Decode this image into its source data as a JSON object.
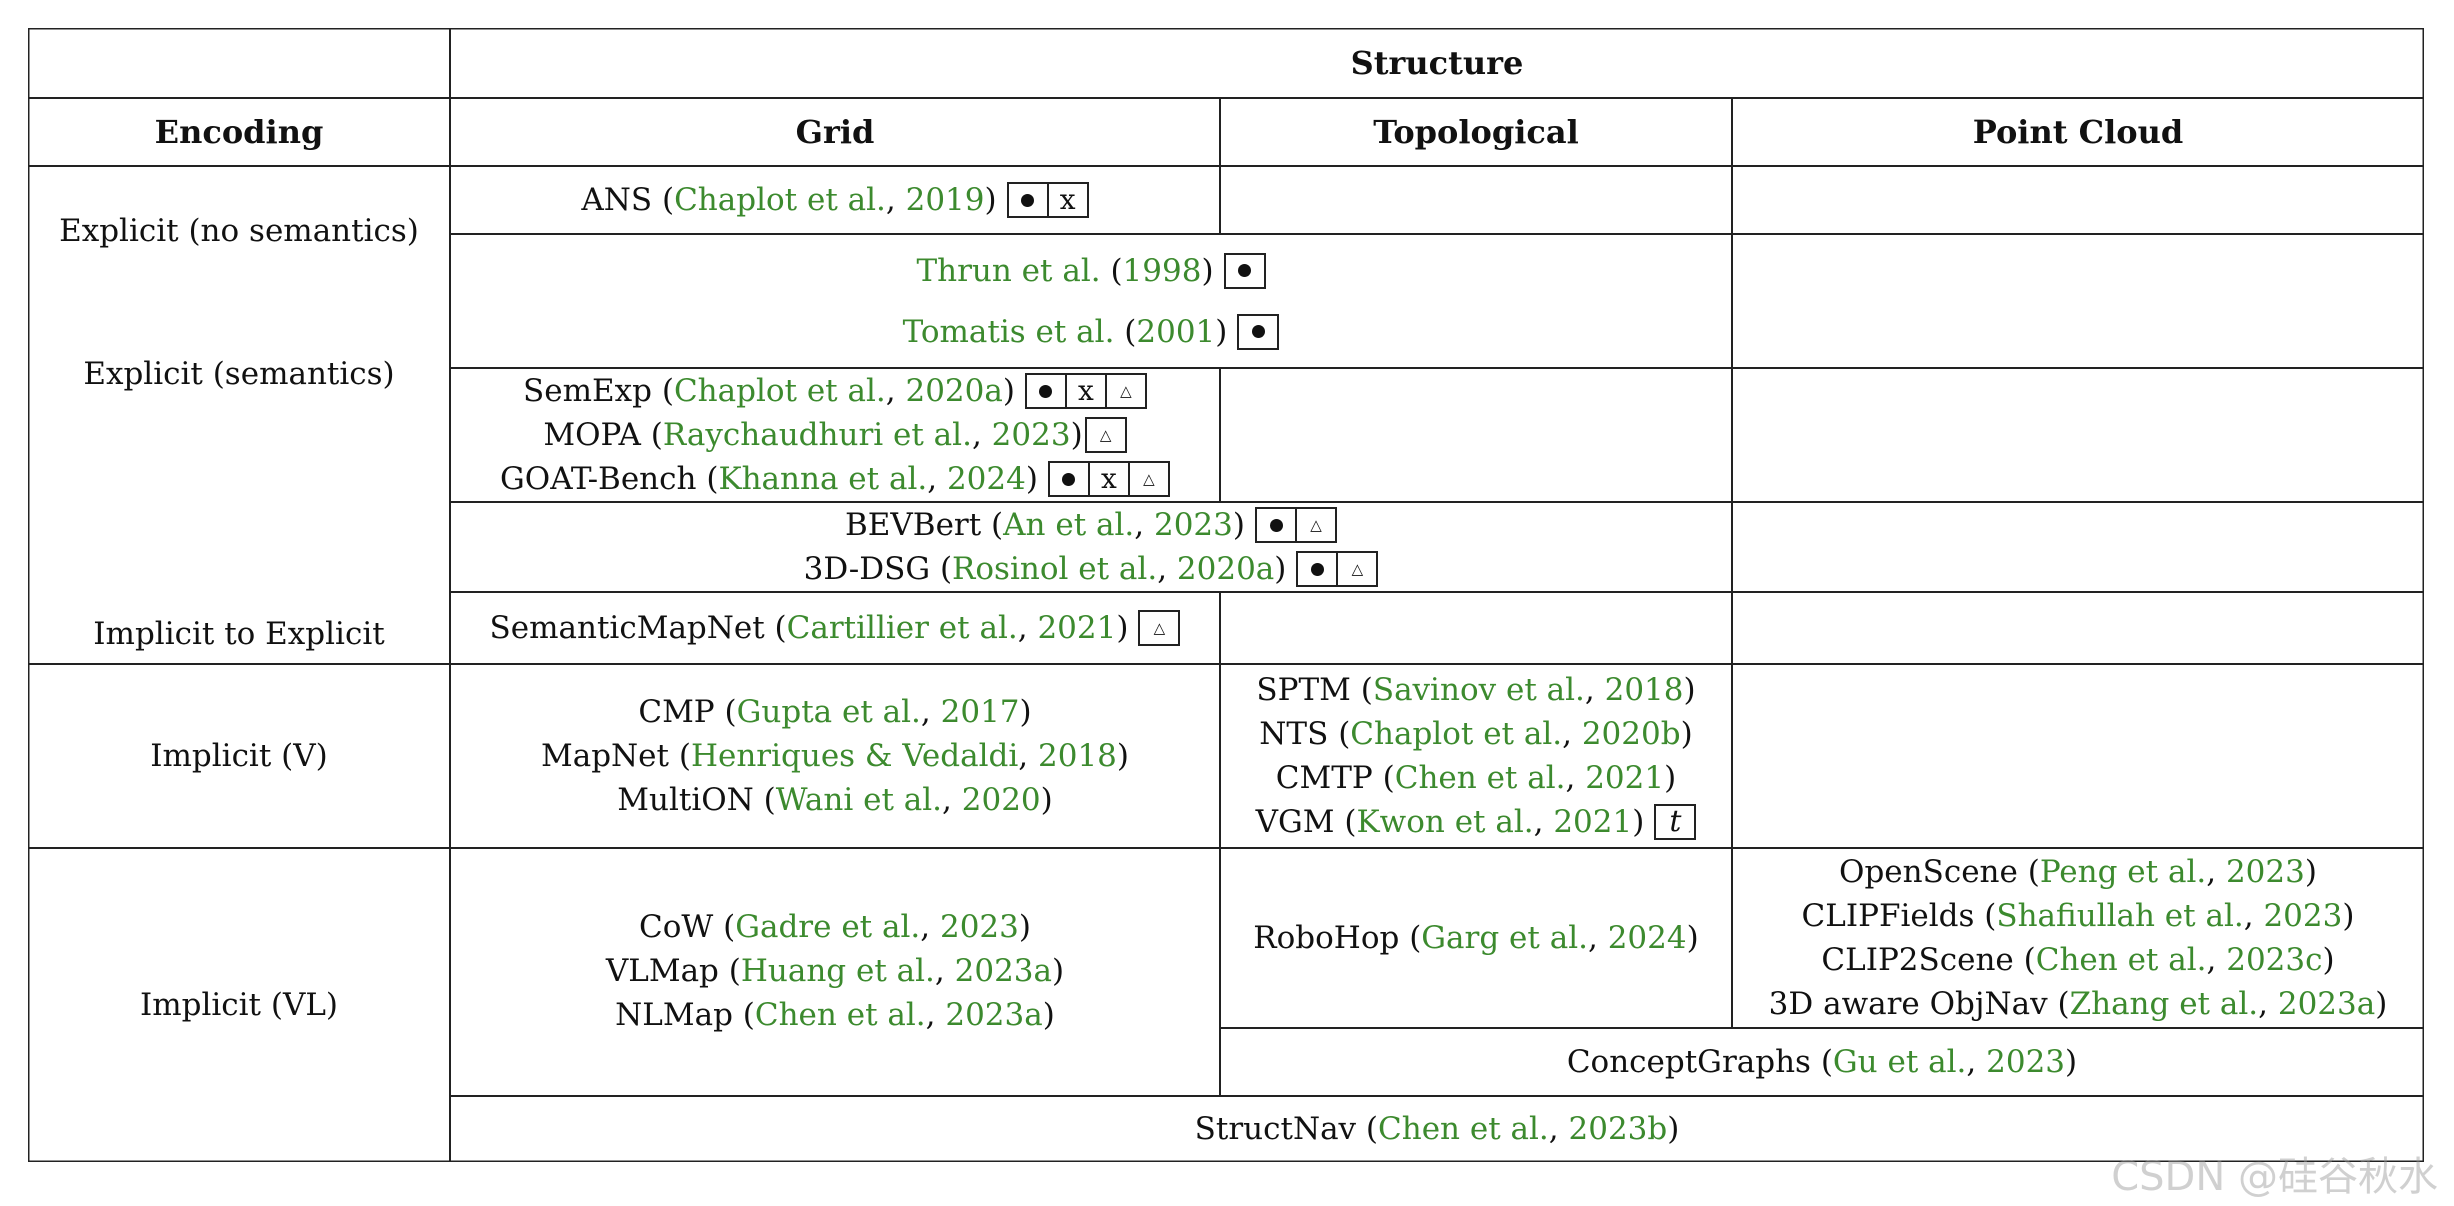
{
  "headers": {
    "structure": "Structure",
    "encoding": "Encoding",
    "grid": "Grid",
    "topological": "Topological",
    "point_cloud": "Point Cloud"
  },
  "encodings": {
    "explicit_no_sem": "Explicit (no semantics)",
    "explicit_sem": "Explicit (semantics)",
    "implicit_to_explicit": "Implicit to Explicit",
    "implicit_v": "Implicit (V)",
    "implicit_vl": "Implicit (VL)"
  },
  "entries": {
    "ans": {
      "name": "ANS",
      "pre": " (",
      "author": "Chaplot et al.",
      "sep": ", ",
      "year": "2019",
      "post": ")",
      "glyphs": [
        "dot",
        "cross"
      ]
    },
    "thrun": {
      "name": "",
      "pre": "",
      "author": "Thrun et al.",
      "sep": " (",
      "year": "1998",
      "post": ")",
      "glyphs": [
        "dot"
      ]
    },
    "tomatis": {
      "name": "",
      "pre": "",
      "author": "Tomatis et al.",
      "sep": " (",
      "year": "2001",
      "post": ")",
      "glyphs": [
        "dot"
      ]
    },
    "semexp": {
      "name": "SemExp",
      "pre": " (",
      "author": "Chaplot et al.",
      "sep": ", ",
      "year": "2020a",
      "post": ")",
      "glyphs": [
        "dot",
        "cross",
        "tri"
      ]
    },
    "mopa": {
      "name": "MOPA",
      "pre": " (",
      "author": "Raychaudhuri et al.",
      "sep": ", ",
      "year": "2023",
      "post": ")",
      "glyphs": [
        "tri"
      ]
    },
    "goat": {
      "name": "GOAT-Bench",
      "pre": " (",
      "author": "Khanna et al.",
      "sep": ", ",
      "year": "2024",
      "post": ")",
      "glyphs": [
        "dot",
        "cross",
        "tri"
      ]
    },
    "bevbert": {
      "name": "BEVBert",
      "pre": " (",
      "author": "An et al.",
      "sep": ", ",
      "year": "2023",
      "post": ")",
      "glyphs": [
        "dot",
        "tri"
      ]
    },
    "dsg": {
      "name": "3D-DSG",
      "pre": " (",
      "author": "Rosinol et al.",
      "sep": ", ",
      "year": "2020a",
      "post": ")",
      "glyphs": [
        "dot",
        "tri"
      ]
    },
    "smnet": {
      "name": "SemanticMapNet",
      "pre": " (",
      "author": "Cartillier et al.",
      "sep": ", ",
      "year": "2021",
      "post": ")",
      "glyphs": [
        "tri"
      ]
    },
    "cmp": {
      "name": "CMP",
      "pre": " (",
      "author": "Gupta et al.",
      "sep": ", ",
      "year": "2017",
      "post": ")",
      "glyphs": []
    },
    "mapnet": {
      "name": "MapNet",
      "pre": " (",
      "author": "Henriques & Vedaldi",
      "sep": ", ",
      "year": "2018",
      "post": ")",
      "glyphs": []
    },
    "multion": {
      "name": "MultiON",
      "pre": " (",
      "author": "Wani et al.",
      "sep": ", ",
      "year": "2020",
      "post": ")",
      "glyphs": []
    },
    "sptm": {
      "name": "SPTM",
      "pre": " (",
      "author": "Savinov et al.",
      "sep": ", ",
      "year": "2018",
      "post": ")",
      "glyphs": []
    },
    "nts": {
      "name": "NTS",
      "pre": " (",
      "author": "Chaplot et al.",
      "sep": ", ",
      "year": "2020b",
      "post": ")",
      "glyphs": []
    },
    "cmtp": {
      "name": "CMTP",
      "pre": " (",
      "author": "Chen et al.",
      "sep": ", ",
      "year": "2021",
      "post": ")",
      "glyphs": []
    },
    "vgm": {
      "name": "VGM",
      "pre": " (",
      "author": "Kwon et al.",
      "sep": ", ",
      "year": "2021",
      "post": ")",
      "glyphs": [
        "t"
      ]
    },
    "cow": {
      "name": "CoW",
      "pre": " (",
      "author": "Gadre et al.",
      "sep": ", ",
      "year": "2023",
      "post": ")",
      "glyphs": []
    },
    "vlmap": {
      "name": "VLMap",
      "pre": " (",
      "author": "Huang et al.",
      "sep": ", ",
      "year": "2023a",
      "post": ")",
      "glyphs": []
    },
    "nlmap": {
      "name": "NLMap",
      "pre": " (",
      "author": "Chen et al.",
      "sep": ", ",
      "year": "2023a",
      "post": ")",
      "glyphs": []
    },
    "robohop": {
      "name": "RoboHop",
      "pre": " (",
      "author": "Garg et al.",
      "sep": ", ",
      "year": "2024",
      "post": ")",
      "glyphs": []
    },
    "openscene": {
      "name": "OpenScene",
      "pre": " (",
      "author": "Peng et al.",
      "sep": ", ",
      "year": "2023",
      "post": ")",
      "glyphs": []
    },
    "clipfields": {
      "name": "CLIPFields",
      "pre": " (",
      "author": "Shafiullah et al.",
      "sep": ", ",
      "year": "2023",
      "post": ")",
      "glyphs": []
    },
    "clip2scene": {
      "name": "CLIP2Scene",
      "pre": " (",
      "author": "Chen et al.",
      "sep": ", ",
      "year": "2023c",
      "post": ")",
      "glyphs": []
    },
    "objnav3d": {
      "name": "3D aware ObjNav",
      "pre": " (",
      "author": "Zhang et al.",
      "sep": ", ",
      "year": "2023a",
      "post": ")",
      "glyphs": []
    },
    "conceptgraphs": {
      "name": "ConceptGraphs",
      "pre": " (",
      "author": "Gu et al.",
      "sep": ", ",
      "year": "2023",
      "post": ")",
      "glyphs": []
    },
    "structnav": {
      "name": "StructNav",
      "pre": " (",
      "author": "Chen et al.",
      "sep": ", ",
      "year": "2023b",
      "post": ")",
      "glyphs": []
    }
  },
  "glyph_text": {
    "dot": "",
    "cross": "x",
    "tri": "",
    "t": "t"
  },
  "watermark": "CSDN @硅谷秋水",
  "colors": {
    "citation": "#3c8a2e",
    "rule": "#222222"
  }
}
